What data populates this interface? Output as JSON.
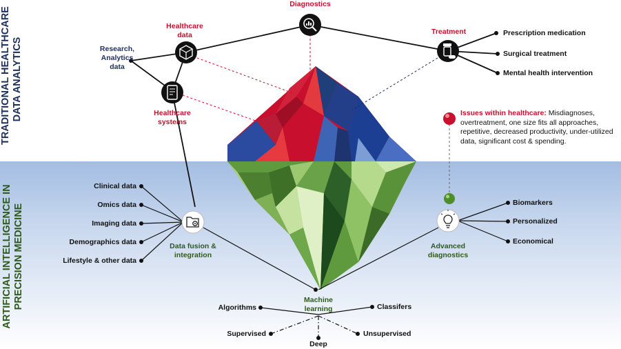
{
  "sections": {
    "top_title": [
      "TRADITIONAL HEALTHCARE",
      "DATA ANALYTICS"
    ],
    "bottom_title": [
      "ARTIFICIAL INTELLIGENCE IN",
      "PRECISION MEDICINE"
    ]
  },
  "traditional": {
    "diagnostics": "Diagnostics",
    "healthcare_data": [
      "Healthcare",
      "data"
    ],
    "research": [
      "Research,",
      "Analytics",
      "data"
    ],
    "healthcare_systems": [
      "Healthcare",
      "systems"
    ],
    "treatment": "Treatment",
    "treatments": [
      "Prescription medication",
      "Surgical treatment",
      "Mental health intervention"
    ]
  },
  "issues": {
    "heading": "Issues within healthcare:",
    "text": " Misdiagnoses, overtreatment, one size fits all approaches, repetitive, decreased productivity, under-utilized data, significant cost & spending."
  },
  "ai": {
    "data_sources": [
      "Clinical data",
      "Omics data",
      "Imaging data",
      "Demographics data",
      "Lifestyle & other data"
    ],
    "data_fusion": [
      "Data fusion &",
      "integration"
    ],
    "advanced": [
      "Advanced",
      "diagnostics"
    ],
    "advanced_outputs": [
      "Biomarkers",
      "Personalized",
      "Economical"
    ],
    "ml": [
      "Machine",
      "learning"
    ],
    "ml_upper": [
      "Algorithms",
      "Classifers"
    ],
    "ml_lower": [
      "Supervised",
      "Deep",
      "Unsupervised"
    ]
  },
  "colors": {
    "red": "#c8102e",
    "navy": "#1f2f5c",
    "water_blue": "#9bb8e0",
    "ice_green": "#6aa24a"
  },
  "icons": [
    "search-chart-icon",
    "cube-network-icon",
    "tablet-document-icon",
    "pill-bottle-icon",
    "folder-gear-icon",
    "lightbulb-brain-icon"
  ]
}
